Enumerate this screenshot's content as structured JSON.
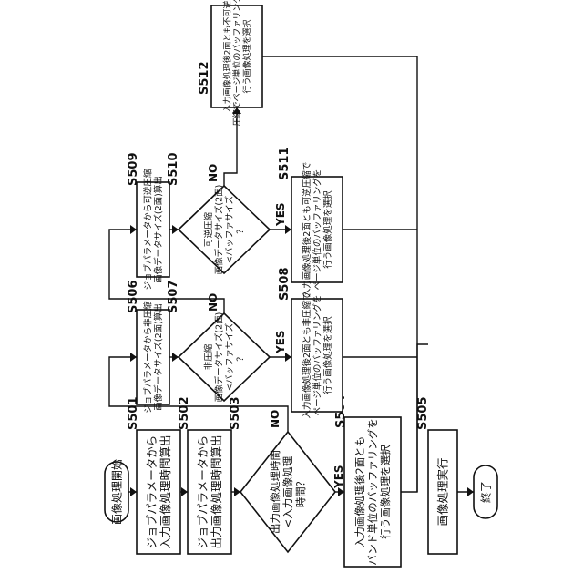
{
  "diagram": {
    "start_label": "画像処理開始",
    "end_label": "終了",
    "steps": {
      "S501": {
        "id": "S501",
        "lines": [
          "ジョブパラメータから",
          "入力画像処理時間算出"
        ]
      },
      "S502": {
        "id": "S502",
        "lines": [
          "ジョブパラメータから",
          "出力画像処理時間算出"
        ]
      },
      "S503": {
        "id": "S503",
        "lines": [
          "出力画像処理時間",
          "<入力画像処理",
          "時間？"
        ]
      },
      "S504": {
        "id": "S504",
        "lines": [
          "入力画像処理後2面とも",
          "バンド単位のバッファリングを",
          "行う画像処理を選択"
        ]
      },
      "S505": {
        "id": "S505",
        "lines": [
          "画像処理実行"
        ]
      },
      "S506": {
        "id": "S506",
        "lines": [
          "ジョブパラメータから非圧縮",
          "画像データサイズ(2面)算出"
        ]
      },
      "S507": {
        "id": "S507",
        "lines": [
          "非圧縮",
          "画像データサイズ(2面)",
          "<バッファサイズ",
          "？"
        ]
      },
      "S508": {
        "id": "S508",
        "lines": [
          "入力画像処理後2面とも非圧縮で",
          "ページ単位のバッファリングを",
          "行う画像処理を選択"
        ]
      },
      "S509": {
        "id": "S509",
        "lines": [
          "ジョブパラメータから可逆圧縮",
          "画像データサイズ(2面)算出"
        ]
      },
      "S510": {
        "id": "S510",
        "lines": [
          "可逆圧縮",
          "画像データサイズ(2面)",
          "<バッファサイズ",
          "？"
        ]
      },
      "S511": {
        "id": "S511",
        "lines": [
          "入力画像処理後2面とも可逆圧縮で",
          "ページ単位のバッファリングを",
          "行う画像処理を選択"
        ]
      },
      "S512": {
        "id": "S512",
        "lines": [
          "入力画像処理後2面とも不可逆",
          "圧縮でページ単位のバッファリングを",
          "行う画像処理を選択"
        ]
      }
    },
    "branch_labels": {
      "yes": "YES",
      "no": "NO"
    }
  }
}
